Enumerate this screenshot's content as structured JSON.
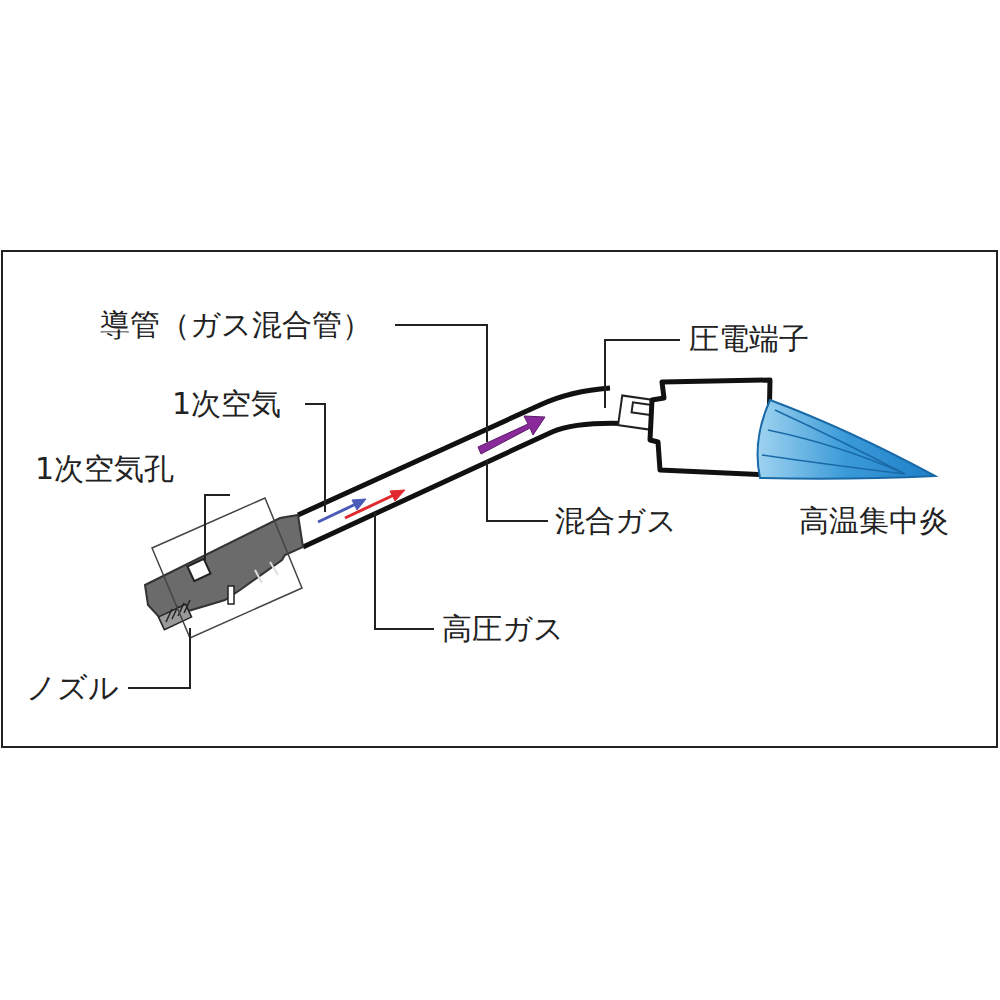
{
  "diagram": {
    "labels": [
      "導管（ガス混合管）",
      "1次空気",
      "1次空気孔",
      "圧電端子",
      "混合ガス",
      "高温集中炎",
      "高圧ガス",
      "ノズル"
    ]
  }
}
